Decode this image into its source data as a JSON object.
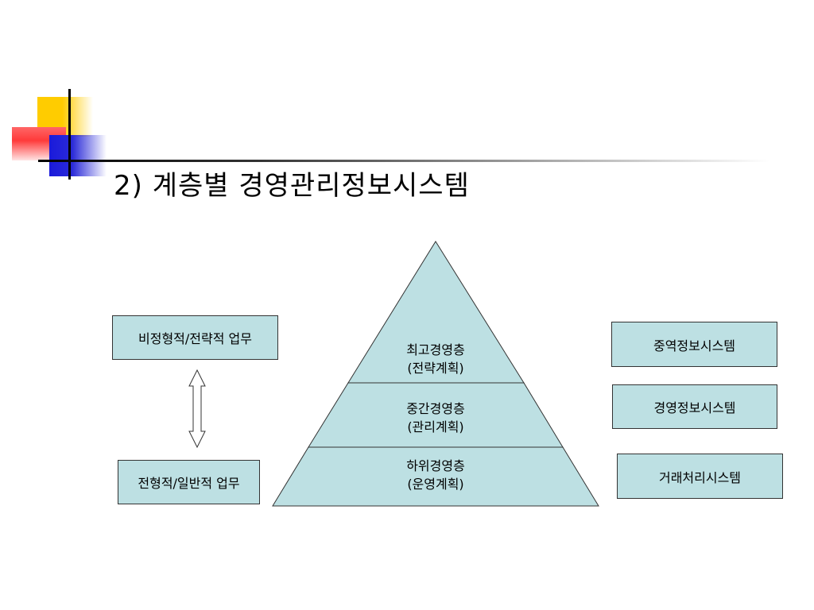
{
  "slide": {
    "title": "2) 계층별 경영관리정보시스템"
  },
  "pyramid": {
    "tiers": [
      {
        "name": "최고경영층",
        "plan": "(전략계획)"
      },
      {
        "name": "중간경영층",
        "plan": "(관리계획)"
      },
      {
        "name": "하위경영층",
        "plan": "(운영계획)"
      }
    ],
    "fill_color": "#bde0e3"
  },
  "work_types": {
    "nonroutine": "비정형적/전략적 업무",
    "routine": "전형적/일반적 업무"
  },
  "systems": {
    "executive": "중역정보시스템",
    "management": "경영정보시스템",
    "transaction": "거래처리시스템"
  },
  "colors": {
    "box_fill": "#bde0e3",
    "accent_yellow": "#ffcc00",
    "accent_red": "#ff3a3a",
    "accent_blue": "#1a1adb"
  }
}
